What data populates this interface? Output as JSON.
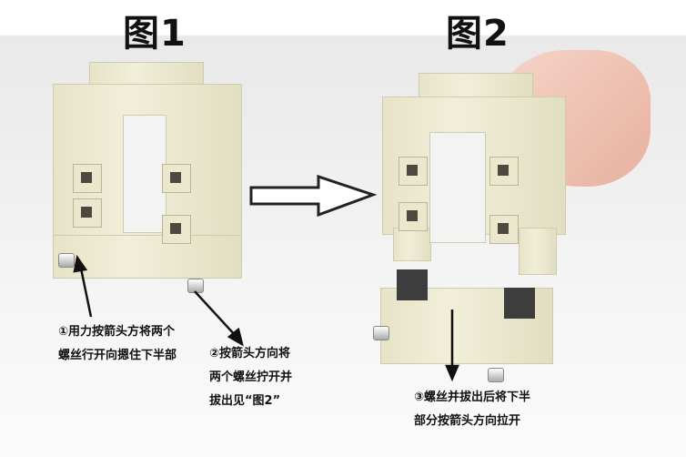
{
  "titles": {
    "fig1": "图1",
    "fig2": "图2"
  },
  "steps": {
    "step1": [
      "①用力按箭头方将两个",
      "螺丝行开向摁住下半部"
    ],
    "step2": [
      "②按箭头方向将",
      "两个螺丝拧开并",
      "拔出见“图2”"
    ],
    "step3": [
      "③螺丝并拔出后将下半",
      "部分按箭头方向拉开"
    ]
  }
}
